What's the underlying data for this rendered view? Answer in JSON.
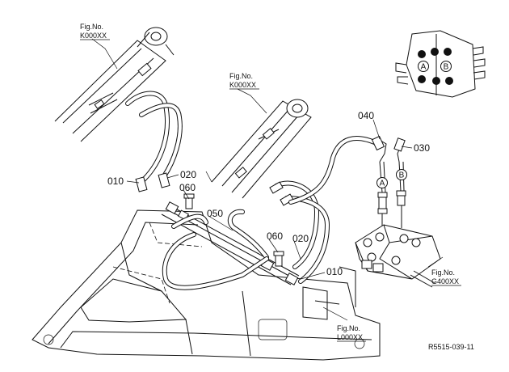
{
  "callouts": {
    "p010_upper": "010",
    "p020_upper": "020",
    "p060_upper": "060",
    "p050": "050",
    "p060_lower": "060",
    "p020_lower": "020",
    "p010_lower": "010",
    "p040": "040",
    "p030": "030"
  },
  "fig_refs": {
    "left_cyl": {
      "label": "Fig.No.",
      "code": "K000XX"
    },
    "mid_cyl": {
      "label": "Fig.No.",
      "code": "K000XX"
    },
    "valve": {
      "label": "Fig.No.",
      "code": "G400XX"
    },
    "frame": {
      "label": "Fig.No.",
      "code": "L000XX"
    }
  },
  "port_markers": {
    "a_line": "A",
    "b_line": "B",
    "inset_a": "A",
    "inset_b": "B"
  },
  "drawing_code": "R5515-039-11"
}
